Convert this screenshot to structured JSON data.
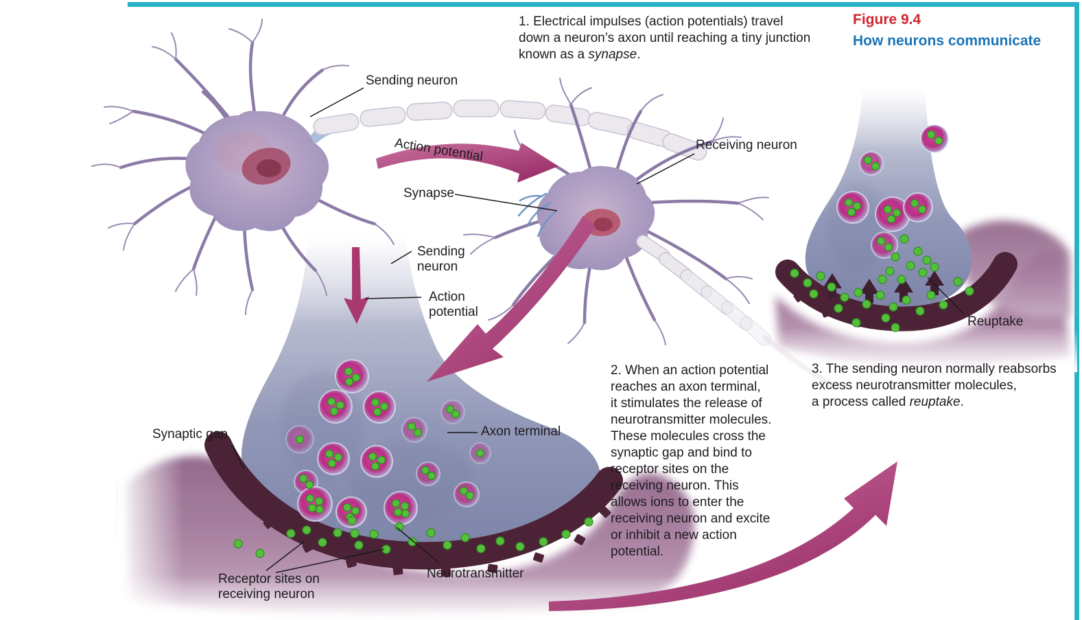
{
  "figure_caption": {
    "label": "Figure 9.4",
    "title": "How neurons communicate",
    "label_color": "#d0232e",
    "title_color": "#1b74b8"
  },
  "annotations": {
    "step1": {
      "before": "1. Electrical impulses (action potentials) travel\ndown a neuron’s axon until reaching a tiny junction\nknown as a ",
      "italic": "synapse",
      "after": "."
    },
    "step2": "2. When an action potential\nreaches an axon terminal,\nit stimulates the release of\nneurotransmitter molecules.\nThese molecules cross the\nsynaptic gap and bind to\nreceptor sites on the\nreceiving neuron. This\nallows ions to enter the\nreceiving neuron and excite\nor inhibit a new action\npotential.",
    "step3": {
      "before": "3. The sending neuron normally reabsorbs\nexcess neurotransmitter molecules,\na process called ",
      "italic": "reuptake",
      "after": "."
    }
  },
  "labels": {
    "sending_neuron_top": "Sending neuron",
    "action_potential_top": "Action potential",
    "receiving_neuron": "Receiving neuron",
    "synapse": "Synapse",
    "sending_neuron_detail": "Sending\nneuron",
    "action_potential_detail": "Action\npotential",
    "synaptic_gap": "Synaptic gap",
    "axon_terminal": "Axon terminal",
    "receptor_sites": "Receptor sites on\nreceiving neuron",
    "neurotransmitter": "Neurotransmitter",
    "reuptake": "Reuptake"
  },
  "colors": {
    "border_rule": "#2bb2c6",
    "arrow": "#a83b72",
    "axon_terminal_body": "#8e94b5",
    "membrane": "#4c2336",
    "receiving_surface": "#a57d9c",
    "vesicle": "#c0348c",
    "neurotransmitter_dot": "#54bf3a",
    "myelin": "#ebe8ee",
    "neuron_body": "#a79ec0"
  }
}
